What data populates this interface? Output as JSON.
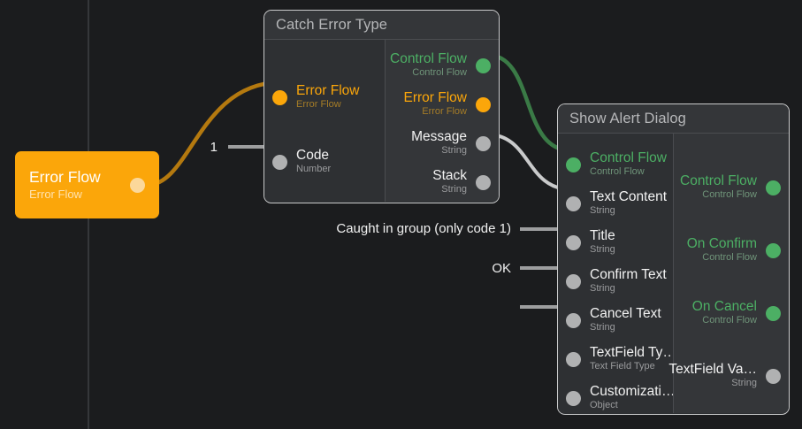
{
  "canvas": {
    "background": "#1b1c1e",
    "gridline_color": "#35373a"
  },
  "colors": {
    "control_flow": "#4caf64",
    "error_flow": "#fba60a",
    "data": "#b0b1b2",
    "wire_orange": "#b4790f",
    "wire_green": "#3a7a46",
    "wire_gray": "#c9cacb"
  },
  "nodes": {
    "error_flow_start": {
      "title": "Error Flow",
      "subtitle": "Error Flow",
      "port": "error-flow-out"
    },
    "catch_error_type": {
      "title": "Catch Error Type",
      "inputs": [
        {
          "name": "Error Flow",
          "type": "Error Flow",
          "dot": "orange"
        },
        {
          "name": "Code",
          "type": "Number",
          "dot": "gray"
        }
      ],
      "outputs": [
        {
          "name": "Control Flow",
          "type": "Control Flow",
          "dot": "green"
        },
        {
          "name": "Error Flow",
          "type": "Error Flow",
          "dot": "orange"
        },
        {
          "name": "Message",
          "type": "String",
          "dot": "gray"
        },
        {
          "name": "Stack",
          "type": "String",
          "dot": "gray"
        }
      ]
    },
    "show_alert_dialog": {
      "title": "Show Alert Dialog",
      "inputs": [
        {
          "name": "Control Flow",
          "type": "Control Flow",
          "dot": "green"
        },
        {
          "name": "Text Content",
          "type": "String",
          "dot": "gray"
        },
        {
          "name": "Title",
          "type": "String",
          "dot": "gray"
        },
        {
          "name": "Confirm Text",
          "type": "String",
          "dot": "gray"
        },
        {
          "name": "Cancel Text",
          "type": "String",
          "dot": "gray"
        },
        {
          "name": "TextField Ty…",
          "type": "Text Field Type",
          "dot": "gray"
        },
        {
          "name": "Customizati…",
          "type": "Object",
          "dot": "gray"
        }
      ],
      "outputs": [
        {
          "name": "Control Flow",
          "type": "Control Flow",
          "dot": "green"
        },
        {
          "name": "On Confirm",
          "type": "Control Flow",
          "dot": "green"
        },
        {
          "name": "On Cancel",
          "type": "Control Flow",
          "dot": "green"
        },
        {
          "name": "TextField Va…",
          "type": "String",
          "dot": "gray"
        }
      ]
    }
  },
  "inline_values": {
    "code": "1",
    "title": "Caught in group (only code 1)",
    "confirm_text": "OK",
    "cancel_text": ""
  }
}
